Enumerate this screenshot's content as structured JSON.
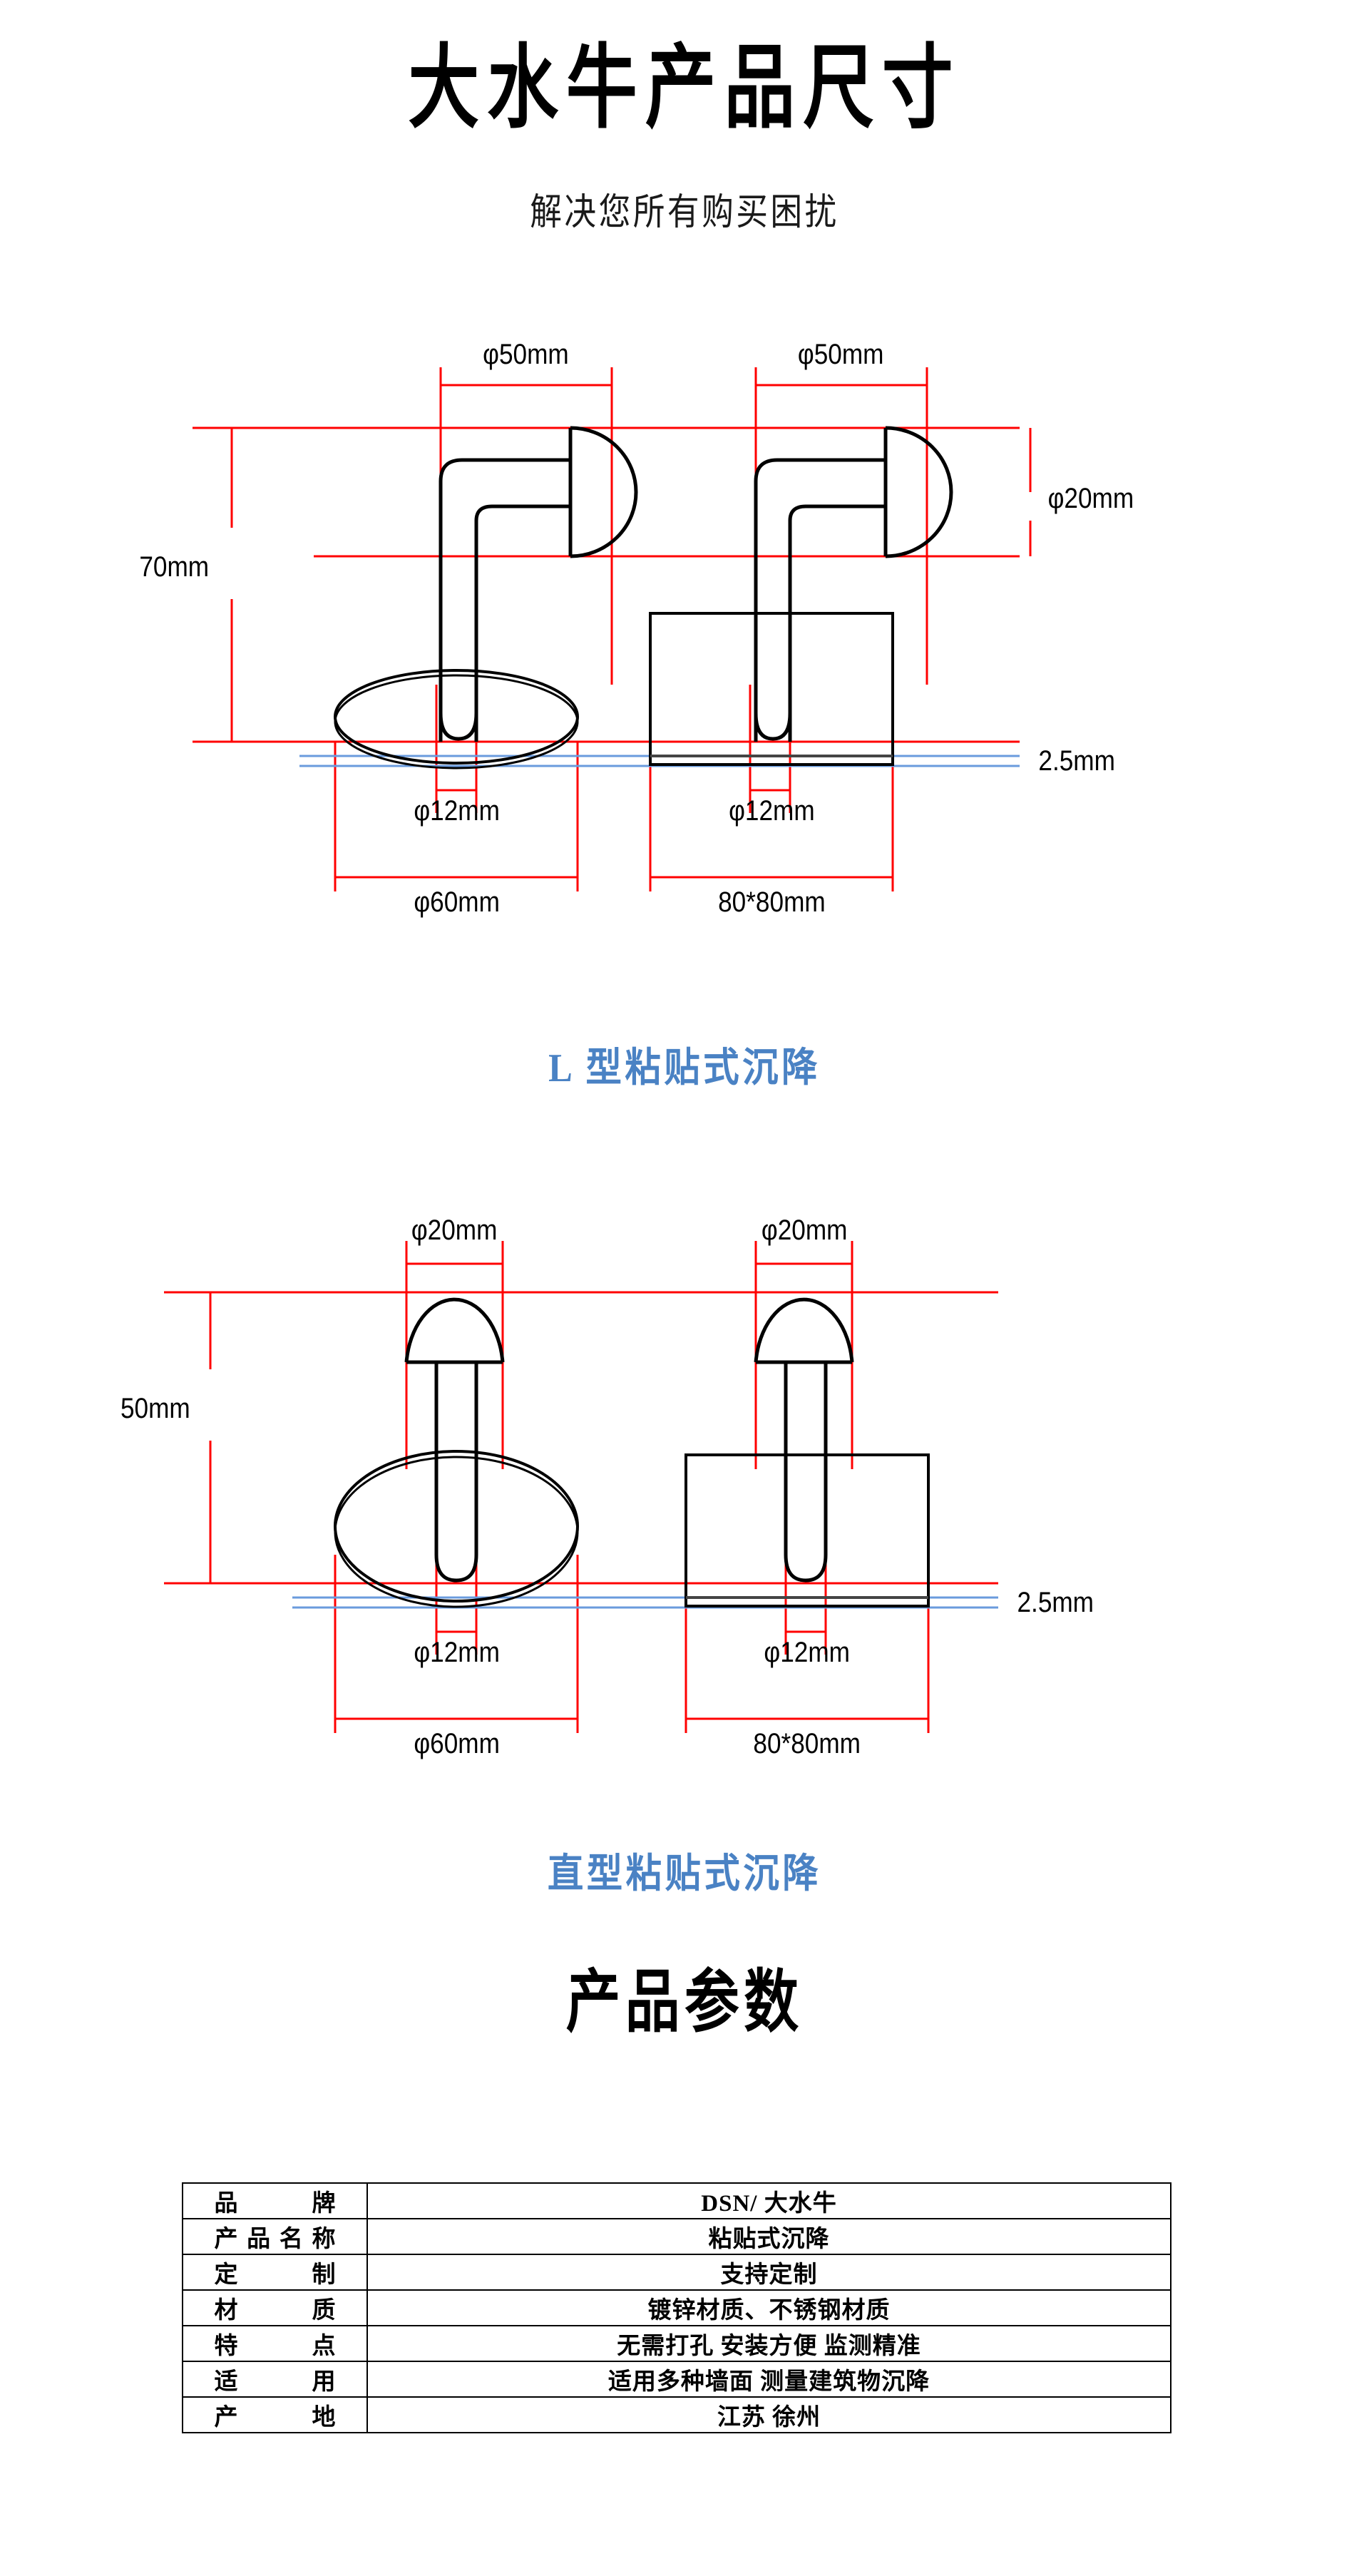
{
  "header": {
    "title": "大水牛产品尺寸",
    "subtitle": "解决您所有购买困扰"
  },
  "accent_colors": {
    "dimension_red": "#ff0000",
    "plate_blue": "#6a9bdd",
    "caption_blue": "#4a82c4",
    "outline_black": "#000000"
  },
  "diagram1": {
    "caption": "L 型粘贴式沉降",
    "type": "L-shaped adhesive settlement marker",
    "labels": {
      "top_left_dim": "φ50mm",
      "top_right_dim": "φ50mm",
      "head_dim": "φ20mm",
      "height_dim": "70mm",
      "shaft_left_dim": "φ12mm",
      "shaft_right_dim": "φ12mm",
      "base_left_dim": "φ60mm",
      "base_right_dim": "80*80mm",
      "plate_thickness": "2.5mm"
    }
  },
  "diagram2": {
    "caption": "直型粘贴式沉降",
    "type": "Straight adhesive settlement marker",
    "labels": {
      "top_left_dim": "φ20mm",
      "top_right_dim": "φ20mm",
      "height_dim": "50mm",
      "shaft_left_dim": "φ12mm",
      "shaft_right_dim": "φ12mm",
      "base_left_dim": "φ60mm",
      "base_right_dim": "80*80mm",
      "plate_thickness": "2.5mm"
    }
  },
  "params": {
    "heading": "产品参数",
    "rows": [
      {
        "key": "品牌",
        "value": "DSN/ 大水牛"
      },
      {
        "key": "产品名称",
        "value": "粘贴式沉降"
      },
      {
        "key": "定制",
        "value": "支持定制"
      },
      {
        "key": "材质",
        "value": "镀锌材质、不锈钢材质"
      },
      {
        "key": "特点",
        "value": "无需打孔 安装方便  监测精准"
      },
      {
        "key": "适用",
        "value": "适用多种墙面 测量建筑物沉降"
      },
      {
        "key": "产地",
        "value": "江苏 徐州"
      }
    ]
  }
}
